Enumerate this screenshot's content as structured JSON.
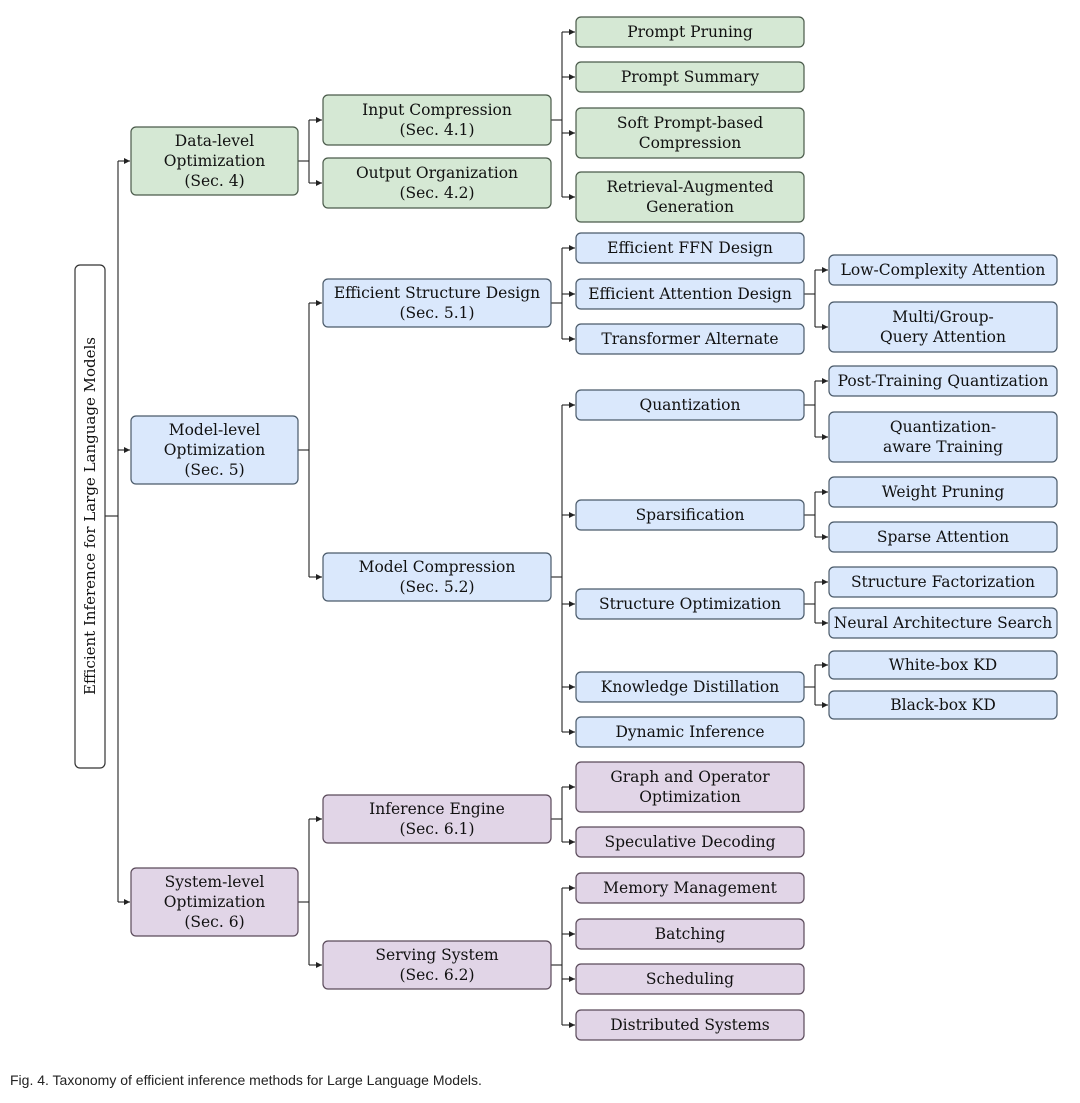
{
  "root": "Efficient Inference for Large Language Models",
  "colors": {
    "data": {
      "fill": "#d5e8d4",
      "stroke": "#4a5a4a"
    },
    "model": {
      "fill": "#dae8fc",
      "stroke": "#4a5a6a"
    },
    "system": {
      "fill": "#e1d5e7",
      "stroke": "#5a4a5a"
    },
    "root": {
      "fill": "#ffffff",
      "stroke": "#333333"
    }
  },
  "nodes": {
    "data": "Data-level Optimization (Sec. 4)",
    "input": "Input Compression (Sec. 4.1)",
    "output": "Output Organization (Sec. 4.2)",
    "prune": "Prompt Pruning",
    "summ": "Prompt Summary",
    "soft": "Soft Prompt-based Compression",
    "rag": "Retrieval-Augmented Generation",
    "model": "Model-level Optimization (Sec. 5)",
    "struct": "Efficient Structure Design (Sec. 5.1)",
    "ffn": "Efficient FFN Design",
    "attn": "Efficient Attention Design",
    "lowc": "Low-Complexity Attention",
    "mqa": "Multi/Group-Query Attention",
    "trans": "Transformer Alternate",
    "compr": "Model Compression (Sec. 5.2)",
    "quant": "Quantization",
    "ptq": "Post-Training Quantization",
    "qat": "Quantization-aware Training",
    "spars": "Sparsification",
    "wp": "Weight Pruning",
    "sa": "Sparse Attention",
    "so": "Structure Optimization",
    "sf": "Structure Factorization",
    "nas": "Neural Architecture Search",
    "kd": "Knowledge Distillation",
    "wkd": "White-box KD",
    "bkd": "Black-box KD",
    "dyn": "Dynamic Inference",
    "system": "System-level Optimization (Sec. 6)",
    "engine": "Inference Engine (Sec. 6.1)",
    "graph": "Graph and Operator Optimization",
    "spec": "Speculative Decoding",
    "serving": "Serving System (Sec. 6.2)",
    "mem": "Memory Management",
    "batch": "Batching",
    "sched": "Scheduling",
    "dist": "Distributed Systems"
  },
  "caption": "Fig. 4. Taxonomy of efficient inference methods for Large Language Models."
}
